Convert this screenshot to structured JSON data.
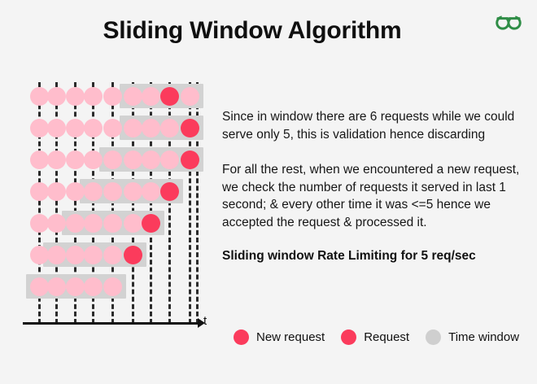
{
  "header": {
    "title": "Sliding Window Algorithm",
    "logo_name": "geeksforgeeks-logo",
    "logo_color": "#2f8d46"
  },
  "colors": {
    "background": "#f4f4f4",
    "new_request": "#fb3b5c",
    "request": "#fb3b5c",
    "old_request": "#ffbdcc",
    "time_window": "#d2d2d2",
    "axis": "#111111",
    "tick": "#2b2b2b"
  },
  "diagram": {
    "axis_label": "t",
    "tick_count": 10,
    "tick_x": [
      48,
      69,
      92,
      114,
      138,
      163,
      185,
      208,
      233,
      242
    ],
    "rows": [
      {
        "dots": [
          "light",
          "light",
          "light",
          "light",
          "light",
          "light",
          "light",
          "dark",
          "light"
        ],
        "window_from": 6,
        "window_to": 9
      },
      {
        "dots": [
          "light",
          "light",
          "light",
          "light",
          "light",
          "light",
          "light",
          "light",
          "dark"
        ],
        "window_from": 6,
        "window_to": 9
      },
      {
        "dots": [
          "light",
          "light",
          "light",
          "light",
          "light",
          "light",
          "light",
          "light",
          "dark"
        ],
        "window_from": 5,
        "window_to": 9
      },
      {
        "dots": [
          "light",
          "light",
          "light",
          "light",
          "light",
          "light",
          "light",
          "dark"
        ],
        "window_from": 4,
        "window_to": 8
      },
      {
        "dots": [
          "light",
          "light",
          "light",
          "light",
          "light",
          "light",
          "dark"
        ],
        "window_from": 3,
        "window_to": 7
      },
      {
        "dots": [
          "light",
          "light",
          "light",
          "light",
          "light",
          "dark"
        ],
        "window_from": 2,
        "window_to": 6
      },
      {
        "dots": [
          "light",
          "light",
          "light",
          "light",
          "light"
        ],
        "window_from": 1,
        "window_to": 5
      }
    ]
  },
  "explanation": {
    "paragraph1": "Since in window there are 6 requests while we could serve only 5, this is validation hence discarding",
    "paragraph2": "For all the rest, when we encountered a new request, we check the number of requests it served in last 1 second; & every other time it was <=5 hence we accepted the request & processed it.",
    "caption": "Sliding window Rate Limiting for 5 req/sec"
  },
  "legend": {
    "items": [
      {
        "label": "New request",
        "color": "#fb3b5c"
      },
      {
        "label": "Request",
        "color": "#fb3b5c"
      },
      {
        "label": "Time window",
        "color": "#cfcfcf"
      }
    ]
  }
}
